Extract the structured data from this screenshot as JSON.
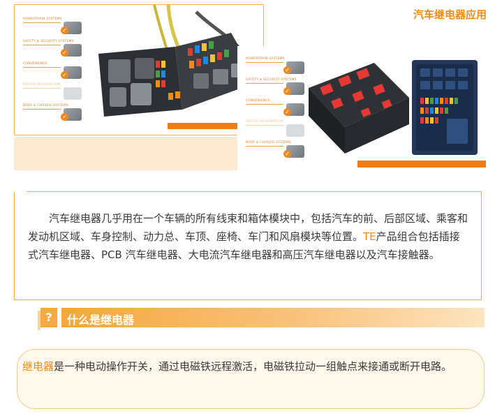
{
  "header": {
    "title": "汽车继电器应用"
  },
  "image_left": {
    "menu": [
      "POWERTRAIN SYSTEMS",
      "SAFETY & SECURITY SYSTEMS",
      "CONVENIENCE",
      "DRIVER INFORMATION",
      "BODY & CHASSIS SYSTEMS"
    ]
  },
  "image_right": {
    "menu": [
      "POWERTRAIN SYSTEMS",
      "SAFETY & SECURITY SYSTEMS",
      "CONVENIENCE",
      "DRIVER INFORMATION",
      "BODY & CHASSIS SYSTEMS"
    ]
  },
  "intro": {
    "text_before": "汽车继电器几乎用在一个车辆的所有线束和箱体模块中，包括汽车的前、后部区域、乘客和发动机区域、车身控制、动力总、车顶、座椅、车门和风扇模块等位置。",
    "brand": "TE",
    "text_after": "产品组合包括插接式汽车继电器、PCB 汽车继电器、大电流汽车继电器和高压汽车继电器以及汽车接触器。"
  },
  "section": {
    "icon_char": "?",
    "title": "什么是继电器"
  },
  "definition": {
    "term": "继电器",
    "text": "是一种电动操作开关，通过电磁铁远程激活，电磁铁拉动一组触点来接通或断开电路。"
  },
  "colors": {
    "accent": "#f28b15",
    "bar_light": "#fde4c0",
    "panel": "#fff8ec"
  }
}
